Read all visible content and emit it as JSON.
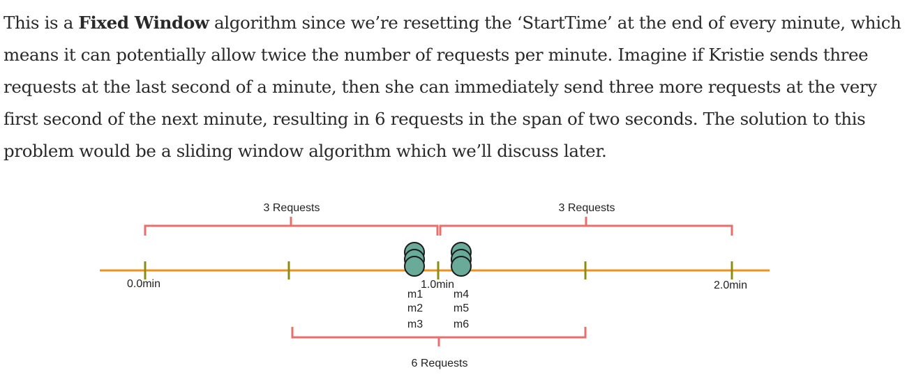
{
  "paragraph": {
    "before_bold": "This is a ",
    "bold": "Fixed Window",
    "after_bold": " algorithm since we’re resetting the ‘StartTime’ at the end of every minute, which means it can potentially allow twice the number of requests per minute. Imagine if Kristie sends three requests at the last second of a minute, then she can immediately send three more requests at the very first second of the next minute, resulting in 6 requests in the span of two seconds. The solution to this problem would be a sliding window algorithm which we’ll discuss later."
  },
  "diagram": {
    "timeline_labels": {
      "start": "0.0min",
      "middle": "1.0min",
      "end": "2.0min"
    },
    "top_brackets": {
      "left_label": "3 Requests",
      "right_label": "3 Requests"
    },
    "bottom_bracket": {
      "label": "6 Requests"
    },
    "left_group": [
      "m1",
      "m2",
      "m3"
    ],
    "right_group": [
      "m4",
      "m5",
      "m6"
    ],
    "colors": {
      "timeline": "#f0901e",
      "ticks": "#8c8c14",
      "brackets": "#ea6e6a",
      "circles": "#6aaa98",
      "circle_stroke": "#1a1a1a"
    }
  }
}
